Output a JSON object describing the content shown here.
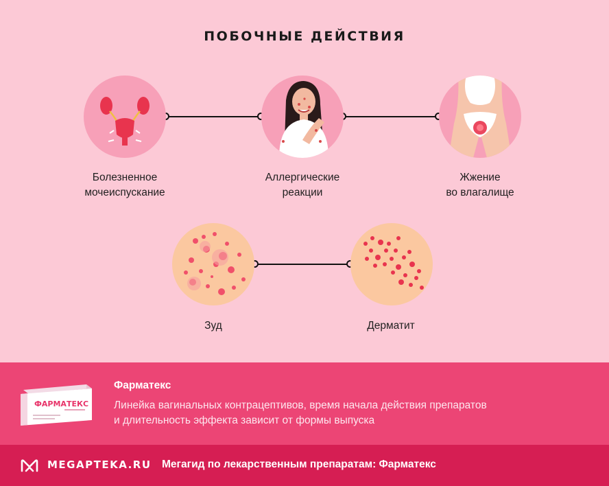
{
  "title": "ПОБОЧНЫЕ ДЕЙСТВИЯ",
  "side_effects": [
    {
      "label_line1": "Болезненное",
      "label_line2": "мочеиспускание",
      "icon": "urinary-organs-icon"
    },
    {
      "label_line1": "Аллергические",
      "label_line2": "реакции",
      "icon": "woman-rash-icon"
    },
    {
      "label_line1": "Жжение",
      "label_line2": "во влагалище",
      "icon": "female-pelvis-icon"
    },
    {
      "label_line1": "Зуд",
      "label_line2": "",
      "icon": "itch-skin-icon"
    },
    {
      "label_line1": "Дерматит",
      "label_line2": "",
      "icon": "dermatitis-skin-icon"
    }
  ],
  "product": {
    "box_text": "ФАРМАТЕКС",
    "name": "Фарматекс",
    "description_line1": "Линейка вагинальных контрацептивов, время начала действия препаратов",
    "description_line2": "и длительность эффекта зависит от формы выпуска"
  },
  "footer": {
    "logo": "MEGAPTEKA.RU",
    "tagline": "Мегагид по лекарственным препаратам: Фарматекс"
  },
  "colors": {
    "background": "#fcc9d6",
    "product_band": "#ec4575",
    "footer": "#d61e53",
    "circle_bg": "#f7a0b8"
  }
}
